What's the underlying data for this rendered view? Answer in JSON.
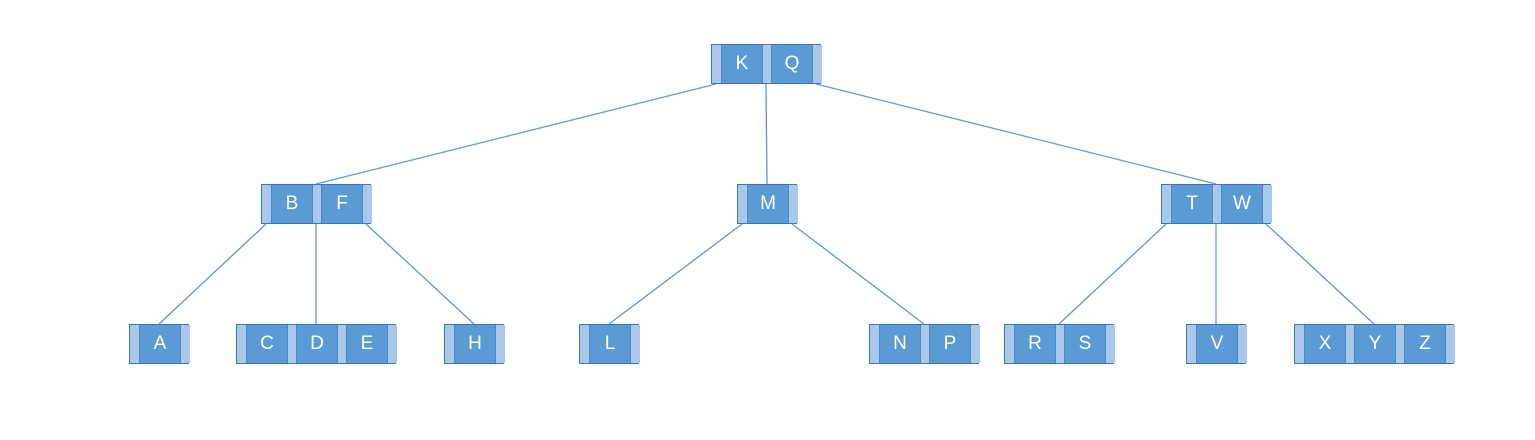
{
  "diagram": {
    "type": "b-tree",
    "colors": {
      "node_fill": "#5b9bd5",
      "pointer_fill": "#a9c8ec",
      "border": "#3f78b8",
      "edge": "#5b9bd5",
      "key_text": "#ffffff"
    },
    "nodes": [
      {
        "id": "root",
        "keys": [
          "K",
          "Q"
        ]
      },
      {
        "id": "n-bf",
        "keys": [
          "B",
          "F"
        ]
      },
      {
        "id": "n-m",
        "keys": [
          "M"
        ]
      },
      {
        "id": "n-tw",
        "keys": [
          "T",
          "W"
        ]
      },
      {
        "id": "n-a",
        "keys": [
          "A"
        ]
      },
      {
        "id": "n-cde",
        "keys": [
          "C",
          "D",
          "E"
        ]
      },
      {
        "id": "n-h",
        "keys": [
          "H"
        ]
      },
      {
        "id": "n-l",
        "keys": [
          "L"
        ]
      },
      {
        "id": "n-np",
        "keys": [
          "N",
          "P"
        ]
      },
      {
        "id": "n-rs",
        "keys": [
          "R",
          "S"
        ]
      },
      {
        "id": "n-v",
        "keys": [
          "V"
        ]
      },
      {
        "id": "n-xyz",
        "keys": [
          "X",
          "Y",
          "Z"
        ]
      }
    ],
    "edges": [
      {
        "from": "root",
        "pointer": 0,
        "to": "n-bf"
      },
      {
        "from": "root",
        "pointer": 1,
        "to": "n-m"
      },
      {
        "from": "root",
        "pointer": 2,
        "to": "n-tw"
      },
      {
        "from": "n-bf",
        "pointer": 0,
        "to": "n-a"
      },
      {
        "from": "n-bf",
        "pointer": 1,
        "to": "n-cde"
      },
      {
        "from": "n-bf",
        "pointer": 2,
        "to": "n-h"
      },
      {
        "from": "n-m",
        "pointer": 0,
        "to": "n-l"
      },
      {
        "from": "n-m",
        "pointer": 1,
        "to": "n-np"
      },
      {
        "from": "n-tw",
        "pointer": 0,
        "to": "n-rs"
      },
      {
        "from": "n-tw",
        "pointer": 1,
        "to": "n-v"
      },
      {
        "from": "n-tw",
        "pointer": 2,
        "to": "n-xyz"
      }
    ]
  }
}
